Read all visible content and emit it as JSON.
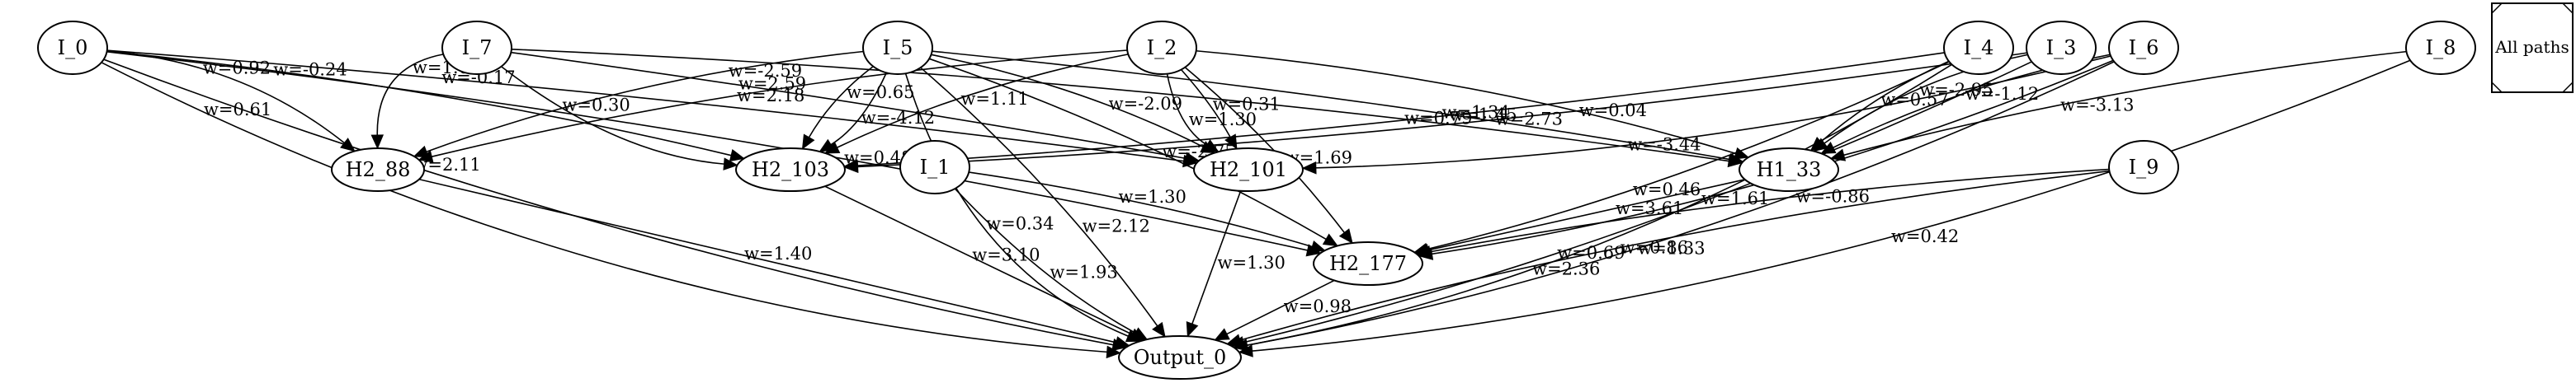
{
  "graph": {
    "nodes": [
      {
        "id": "I_0",
        "label": "I_0"
      },
      {
        "id": "I_7",
        "label": "I_7"
      },
      {
        "id": "I_5",
        "label": "I_5"
      },
      {
        "id": "I_2",
        "label": "I_2"
      },
      {
        "id": "I_4",
        "label": "I_4"
      },
      {
        "id": "I_3",
        "label": "I_3"
      },
      {
        "id": "I_6",
        "label": "I_6"
      },
      {
        "id": "I_8",
        "label": "I_8"
      },
      {
        "id": "I_1",
        "label": "I_1"
      },
      {
        "id": "I_9",
        "label": "I_9"
      },
      {
        "id": "H2_88",
        "label": "H2_88"
      },
      {
        "id": "H2_103",
        "label": "H2_103"
      },
      {
        "id": "H2_101",
        "label": "H2_101"
      },
      {
        "id": "H1_33",
        "label": "H1_33"
      },
      {
        "id": "H2_177",
        "label": "H2_177"
      },
      {
        "id": "Output_0",
        "label": "Output_0"
      }
    ],
    "edges": [
      {
        "from": "I_0",
        "to": "H2_88",
        "label": "w=0.92"
      },
      {
        "from": "I_0",
        "to": "H2_103",
        "label": "w=-0.24"
      },
      {
        "from": "I_0",
        "to": "H2_101",
        "label": "w=-0.17"
      },
      {
        "from": "I_0",
        "to": "H2_177",
        "label": "w=0.48"
      },
      {
        "from": "I_0",
        "to": "Output_0",
        "label": "w=0.61"
      },
      {
        "from": "I_0",
        "to": "Output_0",
        "label": "w=2.11"
      },
      {
        "from": "I_7",
        "to": "H2_88",
        "label": "w=1.63"
      },
      {
        "from": "I_7",
        "to": "H2_103",
        "label": "w=0.30"
      },
      {
        "from": "I_7",
        "to": "H2_101",
        "label": "w=2.59"
      },
      {
        "from": "I_7",
        "to": "H1_33",
        "label": "w=0.79"
      },
      {
        "from": "I_5",
        "to": "H2_88",
        "label": "w=-2.59"
      },
      {
        "from": "I_5",
        "to": "H2_103",
        "label": "w=0.65"
      },
      {
        "from": "I_5",
        "to": "H2_103",
        "label": "w=-4.12"
      },
      {
        "from": "I_5",
        "to": "H2_101",
        "label": "w=-2.09"
      },
      {
        "from": "I_5",
        "to": "H1_33",
        "label": "w=1.34"
      },
      {
        "from": "I_5",
        "to": "H2_177",
        "label": "w=-2.75"
      },
      {
        "from": "I_5",
        "to": "Output_0",
        "label": "w=0.34"
      },
      {
        "from": "I_5",
        "to": "Output_0",
        "label": "w=2.12"
      },
      {
        "from": "I_2",
        "to": "H2_88",
        "label": "w=2.18"
      },
      {
        "from": "I_2",
        "to": "H2_103",
        "label": "w=1.11"
      },
      {
        "from": "I_2",
        "to": "H2_101",
        "label": "w=1.30"
      },
      {
        "from": "I_2",
        "to": "H2_101",
        "label": "w=0.31"
      },
      {
        "from": "I_2",
        "to": "H1_33",
        "label": "w=0.04"
      },
      {
        "from": "I_2",
        "to": "H2_177",
        "label": "w=1.69"
      },
      {
        "from": "I_4",
        "to": "H2_103",
        "label": "w=1.45"
      },
      {
        "from": "I_4",
        "to": "H1_33",
        "label": "w=0.57"
      },
      {
        "from": "I_4",
        "to": "H2_177",
        "label": "w=0.46"
      },
      {
        "from": "I_4",
        "to": "Output_0",
        "label": "w=2.36"
      },
      {
        "from": "I_3",
        "to": "H2_103",
        "label": "w=2.73"
      },
      {
        "from": "I_3",
        "to": "H1_33",
        "label": "w=-2.95"
      },
      {
        "from": "I_3",
        "to": "Output_0",
        "label": "w=0.69"
      },
      {
        "from": "I_6",
        "to": "H2_101",
        "label": "w=-3.44"
      },
      {
        "from": "I_6",
        "to": "H1_33",
        "label": "w=-1.12"
      },
      {
        "from": "I_6",
        "to": "H2_177",
        "label": "w=1.61"
      },
      {
        "from": "I_6",
        "to": "Output_0",
        "label": "w=1.33"
      },
      {
        "from": "I_8",
        "to": "H1_33",
        "label": "w=-3.13"
      },
      {
        "from": "I_8",
        "to": "Output_0",
        "label": "w=0.42"
      },
      {
        "from": "I_1",
        "to": "H2_177",
        "label": "w=1.30"
      },
      {
        "from": "I_1",
        "to": "Output_0",
        "label": "w=1.93"
      },
      {
        "from": "I_9",
        "to": "H2_177",
        "label": "w=-0.86"
      },
      {
        "from": "I_9",
        "to": "Output_0",
        "label": "w=0.86"
      },
      {
        "from": "H2_88",
        "to": "Output_0",
        "label": "w=1.40"
      },
      {
        "from": "H2_103",
        "to": "Output_0",
        "label": "w=3.10"
      },
      {
        "from": "H2_101",
        "to": "Output_0",
        "label": "w=1.30"
      },
      {
        "from": "H1_33",
        "to": "H2_177",
        "label": "w=3.61"
      },
      {
        "from": "H2_177",
        "to": "Output_0",
        "label": "w=0.98"
      }
    ]
  },
  "legend": {
    "label": "All paths"
  }
}
